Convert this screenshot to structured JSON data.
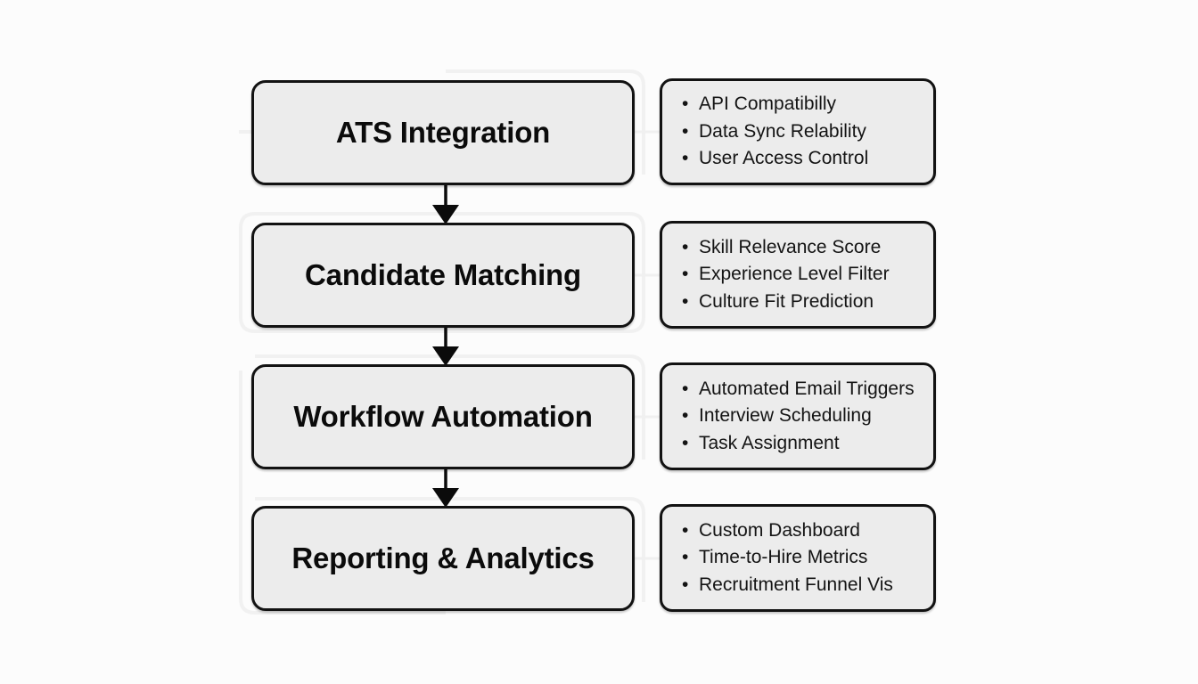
{
  "diagram": {
    "type": "vertical-flowchart",
    "title": "",
    "background_color": "#fcfcfc",
    "box_fill_color": "#ececec",
    "box_border_color": "#121212",
    "text_color": "#0b0b0b",
    "ghost_outline_color": "#f1f1f1",
    "stages": [
      {
        "label": "ATS Integration",
        "details": [
          "API Compatibilly",
          "Data Sync Relability",
          "User Access Control"
        ]
      },
      {
        "label": "Candidate Matching",
        "details": [
          "Skill Relevance Score",
          "Experience Level Filter",
          "Culture Fit Prediction"
        ]
      },
      {
        "label": "Workflow Automation",
        "details": [
          "Automated Email Triggers",
          "Interview Scheduling",
          "Task Assignment"
        ]
      },
      {
        "label": "Reporting & Analytics",
        "details": [
          "Custom Dashboard",
          "Time-to-Hire Metrics",
          "Recruitment Funnel Vis"
        ]
      }
    ],
    "bullet_glyph": "•"
  }
}
